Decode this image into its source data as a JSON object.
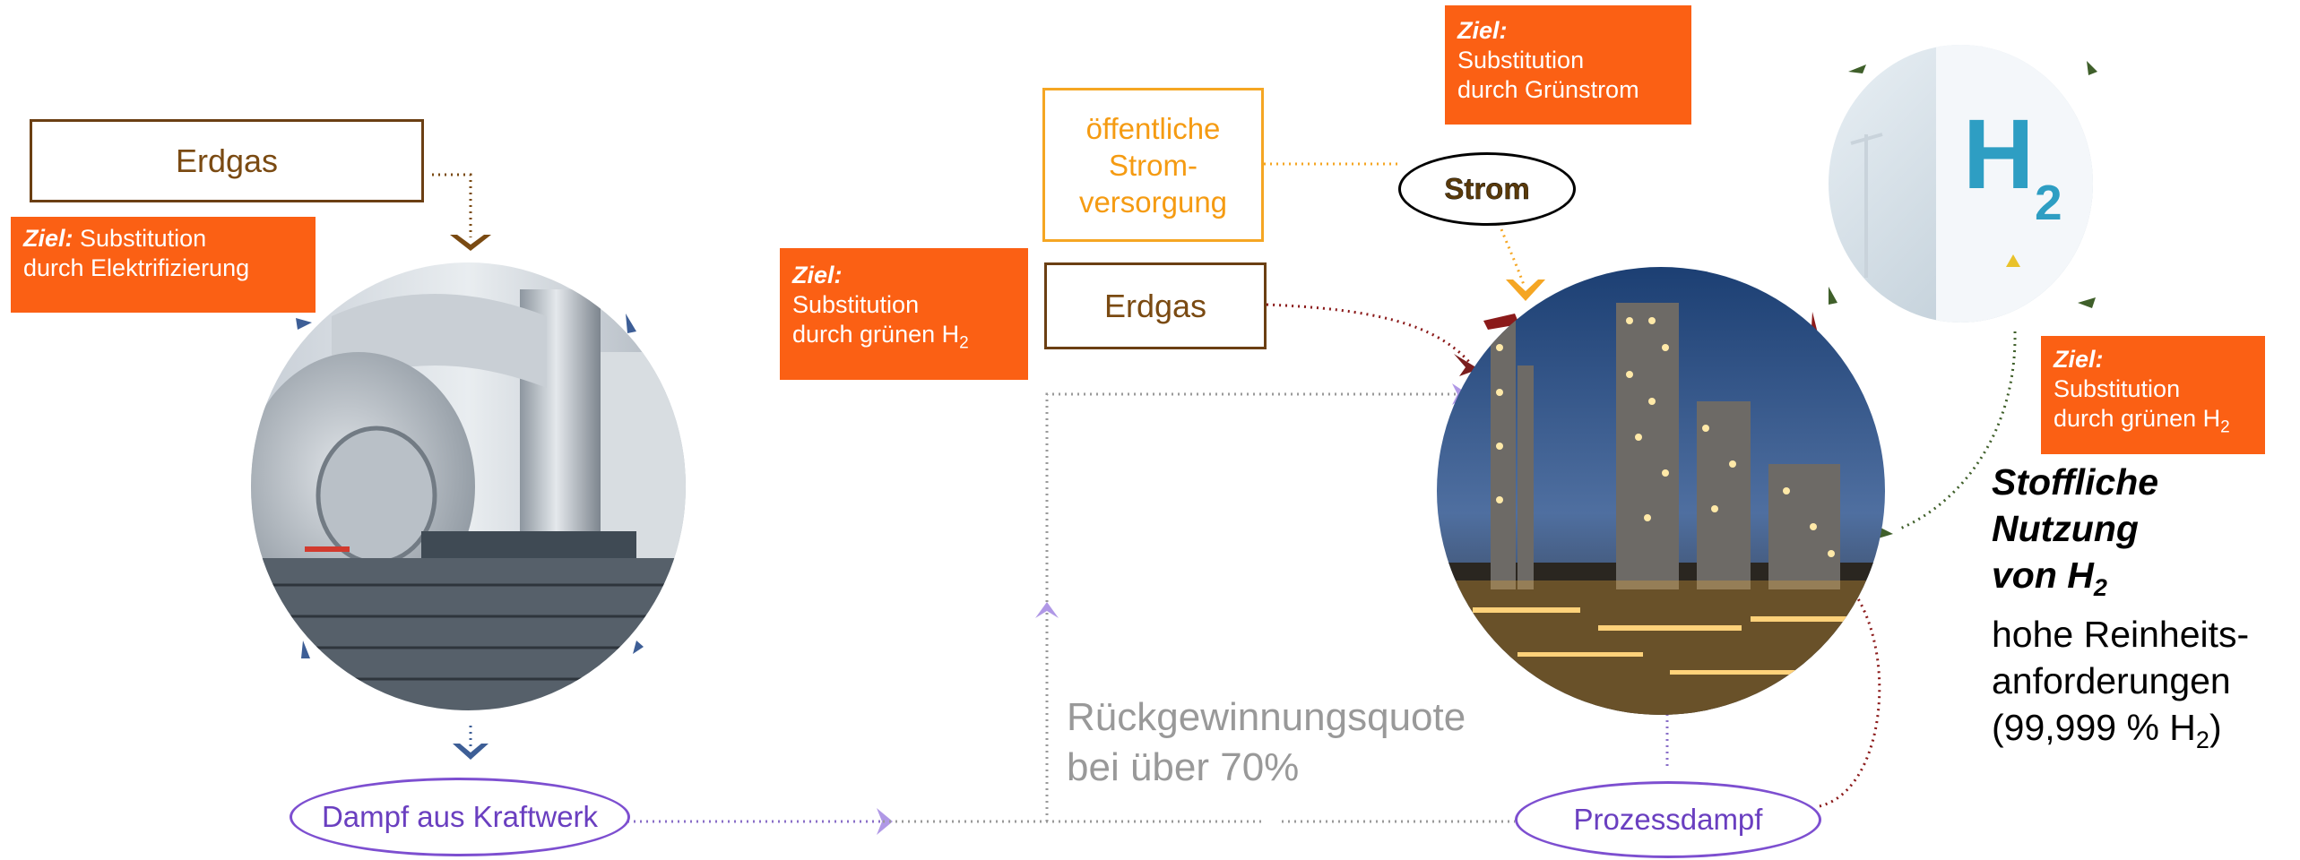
{
  "left": {
    "erdgas": "Erdgas",
    "goal_label": "Ziel:",
    "goal_text": "Substitution",
    "goal_text2": "durch Elektrifizierung",
    "steam": "Dampf aus Kraftwerk"
  },
  "middle": {
    "goal_label": "Ziel:",
    "goal_text": "Substitution",
    "goal_text2": "durch grünen H",
    "goal_sub": "2",
    "erdgas": "Erdgas",
    "public_power_1": "öffentliche",
    "public_power_2": "Strom-",
    "public_power_3": "versorgung",
    "recovery_1": "Rückgewinnungsquote",
    "recovery_2": "bei über 70%"
  },
  "top": {
    "goal_label": "Ziel:",
    "goal_text": "Substitution",
    "goal_text2": "durch Grünstrom",
    "strom": "Strom"
  },
  "right": {
    "goal_label": "Ziel:",
    "goal_text": "Substitution",
    "goal_text2": "durch grünen H",
    "goal_sub": "2",
    "h2_badge": "H",
    "h2_badge_sub": "2",
    "stoff_1": "Stoffliche",
    "stoff_2": "Nutzung",
    "stoff_3": "von H",
    "stoff_3_sub": "2",
    "req_1": "hohe Reinheits-",
    "req_2": "anforderungen",
    "req_3": "(99,999 % H",
    "req_3_sub": "2",
    "req_3_end": ")",
    "process_steam": "Prozessdampf"
  },
  "colors": {
    "orange": "#fb6014",
    "brown": "#6b3f13",
    "amber": "#f5a623",
    "purple": "#7d4fd0",
    "gray_dots": "#9a9a9a",
    "green_corner": "#3f5f2a"
  }
}
